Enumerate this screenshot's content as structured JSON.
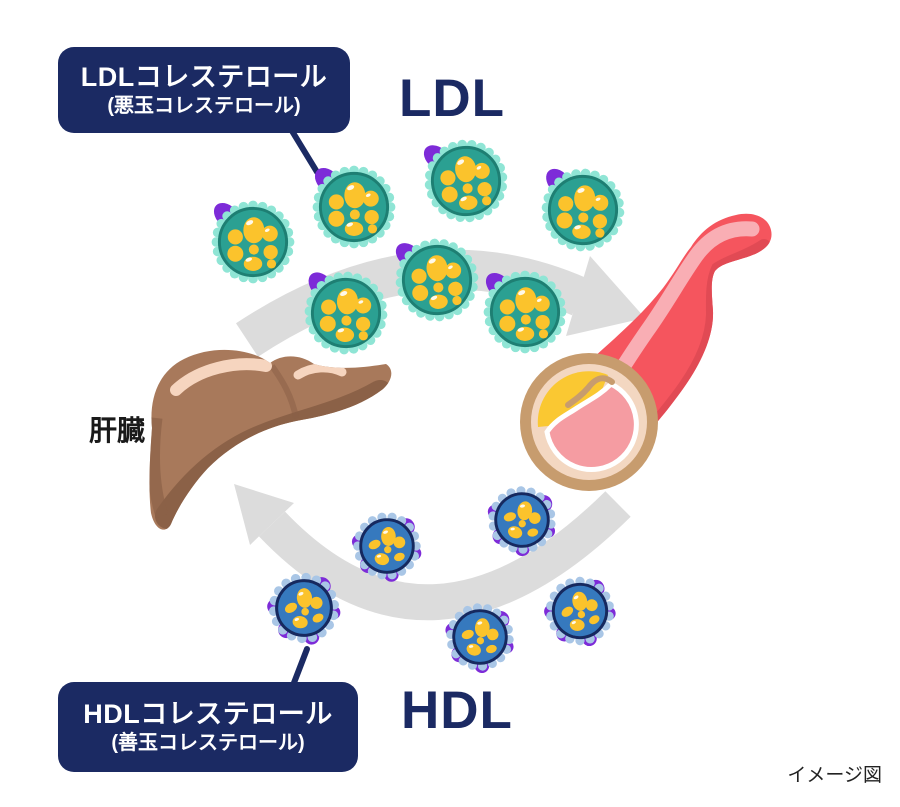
{
  "callouts": {
    "ldl": {
      "title": "LDLコレステロール",
      "subtitle": "(悪玉コレステロール)"
    },
    "hdl": {
      "title": "HDLコレステロール",
      "subtitle": "(善玉コレステロール)"
    }
  },
  "headings": {
    "ldl": "LDL",
    "hdl": "HDL"
  },
  "organ_label": "肝臓",
  "caption": "イメージ図",
  "figure": {
    "description_particles": {
      "ldl_particle_count": 7,
      "hdl_particle_count": 5
    },
    "cycle": {
      "top_arrow": "liver-to-vessel",
      "bottom_arrow": "vessel-to-liver"
    }
  },
  "colors": {
    "navy": "#1b2a63",
    "text_black": "#1a1a1a",
    "ldl_core": "#2ba092",
    "ldl_core_edge": "#1e7f73",
    "ldl_bump": "#8fe5d5",
    "hdl_core": "#3679be",
    "hdl_core_edge": "#16295f",
    "hdl_bump": "#a9c6e6",
    "purple": "#7d2bd8",
    "yellow": "#fbc32c",
    "arrow_gray": "#dcdcdc",
    "liver_main": "#a8795b",
    "liver_dark": "#8b6147",
    "liver_highlight": "#f6d5bf",
    "vessel_red": "#f5555e",
    "vessel_dark": "#e14a54",
    "vessel_light": "#f9aeb4",
    "vessel_wall_tan": "#c79c6e",
    "vessel_wall_cream": "#f3d7c1",
    "lumen_pink": "#f59ca2",
    "plaque_yellow": "#fac832"
  }
}
